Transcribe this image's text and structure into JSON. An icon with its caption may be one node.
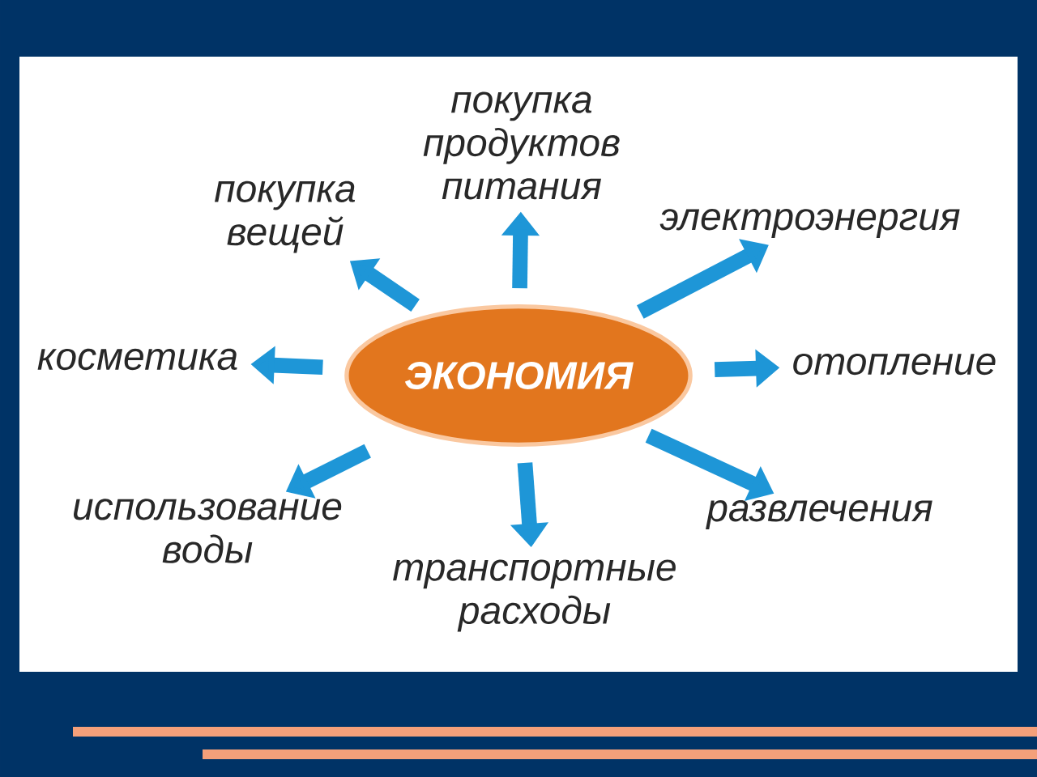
{
  "diagram": {
    "nodes": [
      {
        "text": [
          "ЭКОНОМИЯ"
        ]
      },
      {
        "text": [
          "покупка продуктов питания"
        ]
      },
      {
        "text": [
          "покупка вещей"
        ]
      },
      {
        "text": [
          "электроэнергия"
        ]
      },
      {
        "text": [
          "косметика"
        ]
      },
      {
        "text": [
          "отопление"
        ]
      },
      {
        "text": [
          "использование воды"
        ]
      },
      {
        "text": [
          "развлечения"
        ]
      },
      {
        "text": [
          "транспортные расходы"
        ]
      }
    ],
    "edges": [
      {
        "from": 0,
        "to": 1,
        "arrow": "to"
      },
      {
        "from": 0,
        "to": 2,
        "arrow": "to"
      },
      {
        "from": 0,
        "to": 3,
        "arrow": "to"
      },
      {
        "from": 0,
        "to": 4,
        "arrow": "to"
      },
      {
        "from": 0,
        "to": 5,
        "arrow": "to"
      },
      {
        "from": 0,
        "to": 6,
        "arrow": "to"
      },
      {
        "from": 0,
        "to": 7,
        "arrow": "to"
      },
      {
        "from": 0,
        "to": 8,
        "arrow": "to"
      }
    ]
  }
}
